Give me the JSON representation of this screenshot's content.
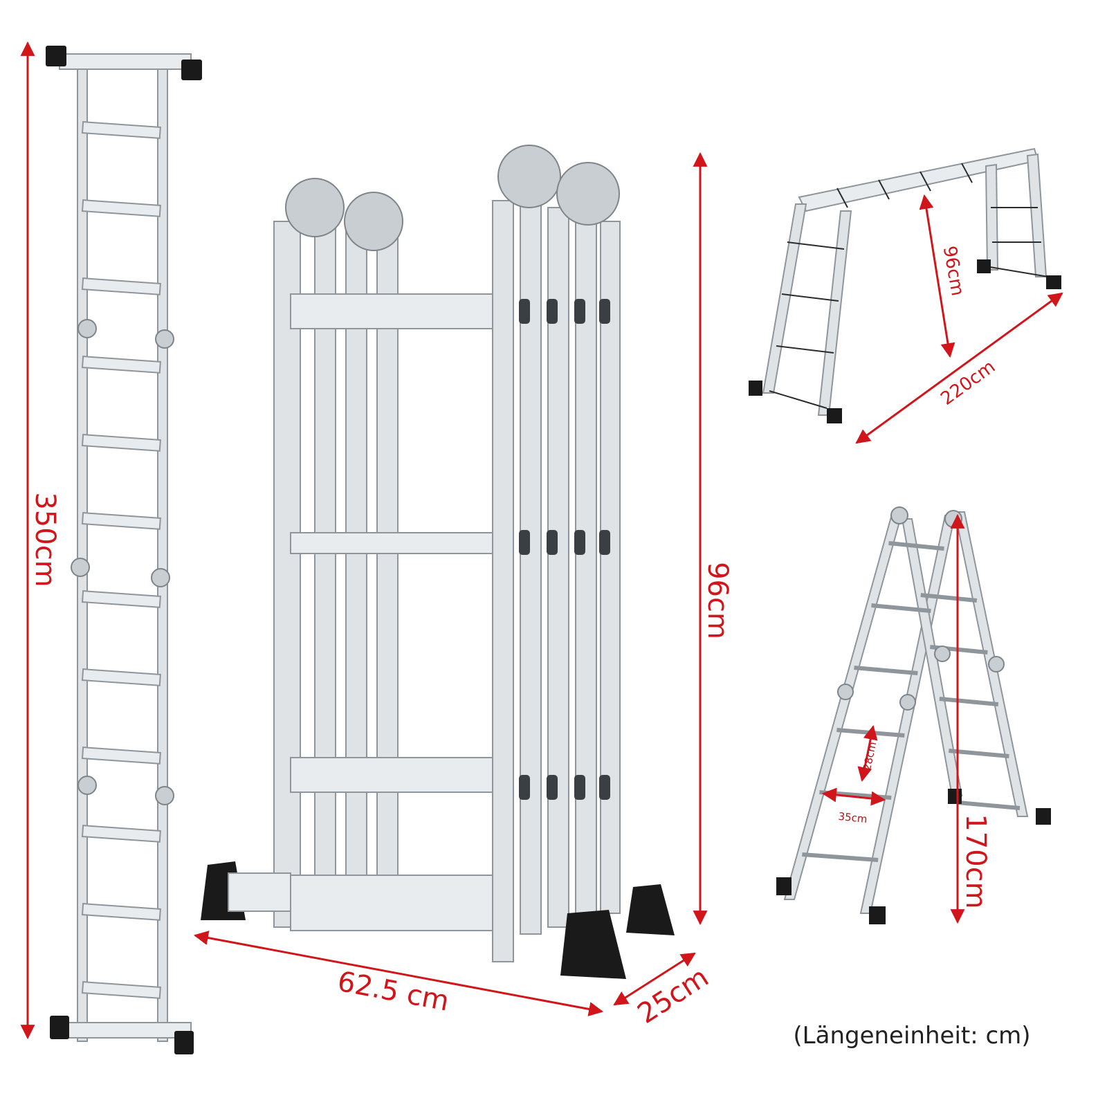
{
  "labels": {
    "full_length": "350cm",
    "folded_height": "96cm",
    "folded_width": "62.5 cm",
    "folded_depth": "25cm",
    "scaffold_height": "96cm",
    "scaffold_length": "220cm",
    "aframe_height": "170cm",
    "rung_spacing": "28cm",
    "rung_width": "35cm",
    "unit_note": "(Längeneinheit: cm)"
  },
  "colors": {
    "dimension": "#d0161b",
    "aluminium": "#dfe3e6",
    "feet": "#1a1a1a"
  }
}
